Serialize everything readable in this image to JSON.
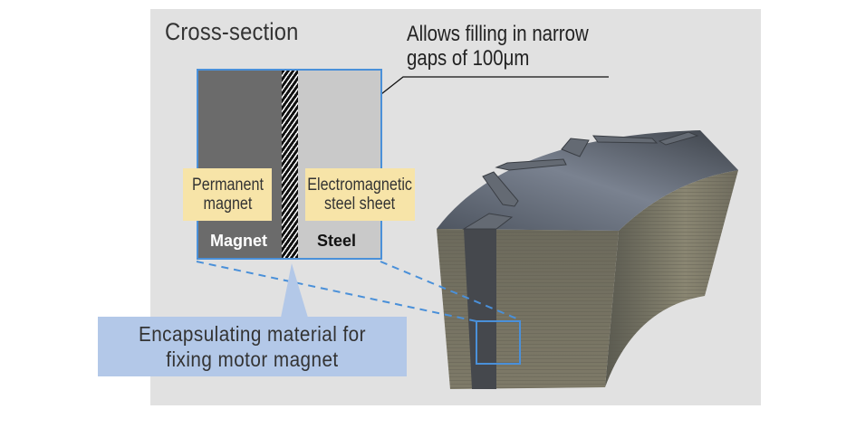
{
  "title": "Cross-section",
  "callout": {
    "line1": "Allows filling in narrow",
    "line2": "gaps of 100μm"
  },
  "labels": {
    "permanent_magnet": {
      "line1": "Permanent",
      "line2": "magnet"
    },
    "steel_sheet": {
      "line1": "Electromagnetic",
      "line2": "steel sheet"
    },
    "magnet": "Magnet",
    "steel": "Steel"
  },
  "encapsulating": {
    "line1": "Encapsulating material for",
    "line2": "fixing motor magnet"
  },
  "colors": {
    "accent_blue": "#4a90d9",
    "label_yellow": "#f7e4a8",
    "label_blue": "#b3c8e8"
  }
}
